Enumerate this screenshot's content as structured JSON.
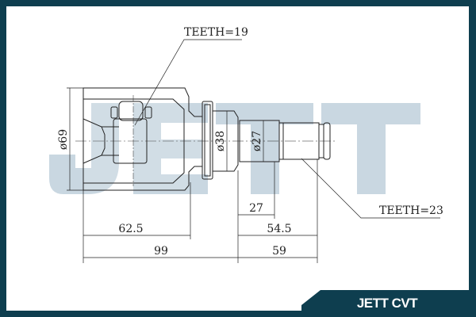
{
  "watermark": "JETT",
  "brand_label": "JETT CVT",
  "colors": {
    "frame": "#0e3e4f",
    "watermark": "#c9d7e1",
    "line": "#222222"
  },
  "annotations": {
    "teeth_inner": "TEETH=19",
    "teeth_outer": "TEETH=23",
    "dia_housing": "ø69",
    "dia_collar": "ø38",
    "dia_shaft": "ø27"
  },
  "dimensions": {
    "d_62_5": "62.5",
    "d_27": "27",
    "d_54_5": "54.5",
    "d_99": "99",
    "d_59": "59"
  }
}
